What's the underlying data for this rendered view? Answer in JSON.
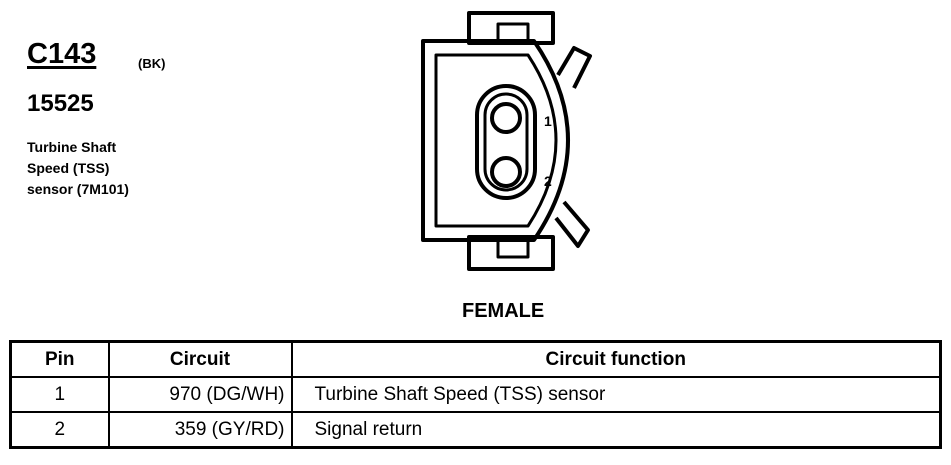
{
  "connector": {
    "id": "C143",
    "color": "(BK)",
    "part_number": "15525",
    "description_lines": [
      "Turbine Shaft",
      "Speed (TSS)",
      "sensor (7M101)"
    ]
  },
  "diagram": {
    "pin_labels": [
      "1",
      "2"
    ],
    "view_label": "FEMALE"
  },
  "table": {
    "headers": [
      "Pin",
      "Circuit",
      "Circuit function"
    ],
    "rows": [
      {
        "pin": "1",
        "circuit": "970 (DG/WH)",
        "function": "Turbine Shaft Speed (TSS) sensor"
      },
      {
        "pin": "2",
        "circuit": "359 (GY/RD)",
        "function": "Signal return"
      }
    ]
  }
}
